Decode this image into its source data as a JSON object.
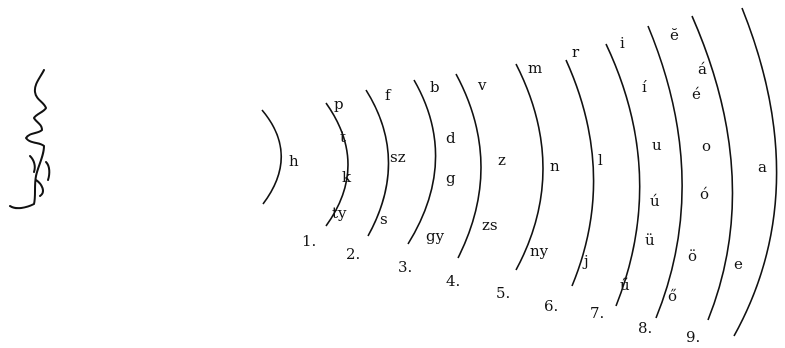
{
  "zones": [
    {
      "number": "",
      "letters": [
        "h"
      ]
    },
    {
      "number": "1.",
      "letters": [
        "p",
        "t",
        "k",
        "ty"
      ]
    },
    {
      "number": "2.",
      "letters": [
        "f",
        "sz",
        "s"
      ]
    },
    {
      "number": "3.",
      "letters": [
        "b",
        "d",
        "g",
        "gy"
      ]
    },
    {
      "number": "4.",
      "letters": [
        "v",
        "z",
        "zs"
      ]
    },
    {
      "number": "5.",
      "letters": [
        "m",
        "n",
        "ny"
      ]
    },
    {
      "number": "6.",
      "letters": [
        "r",
        "l",
        "j"
      ]
    },
    {
      "number": "7.",
      "letters": [
        "i",
        "í",
        "u",
        "ú",
        "ü",
        "ű"
      ]
    },
    {
      "number": "8.",
      "letters": [
        "ĕ",
        "é",
        "o",
        "ó",
        "ö",
        "ő"
      ]
    },
    {
      "number": "9.",
      "letters": [
        "á",
        "a",
        "e"
      ]
    }
  ]
}
